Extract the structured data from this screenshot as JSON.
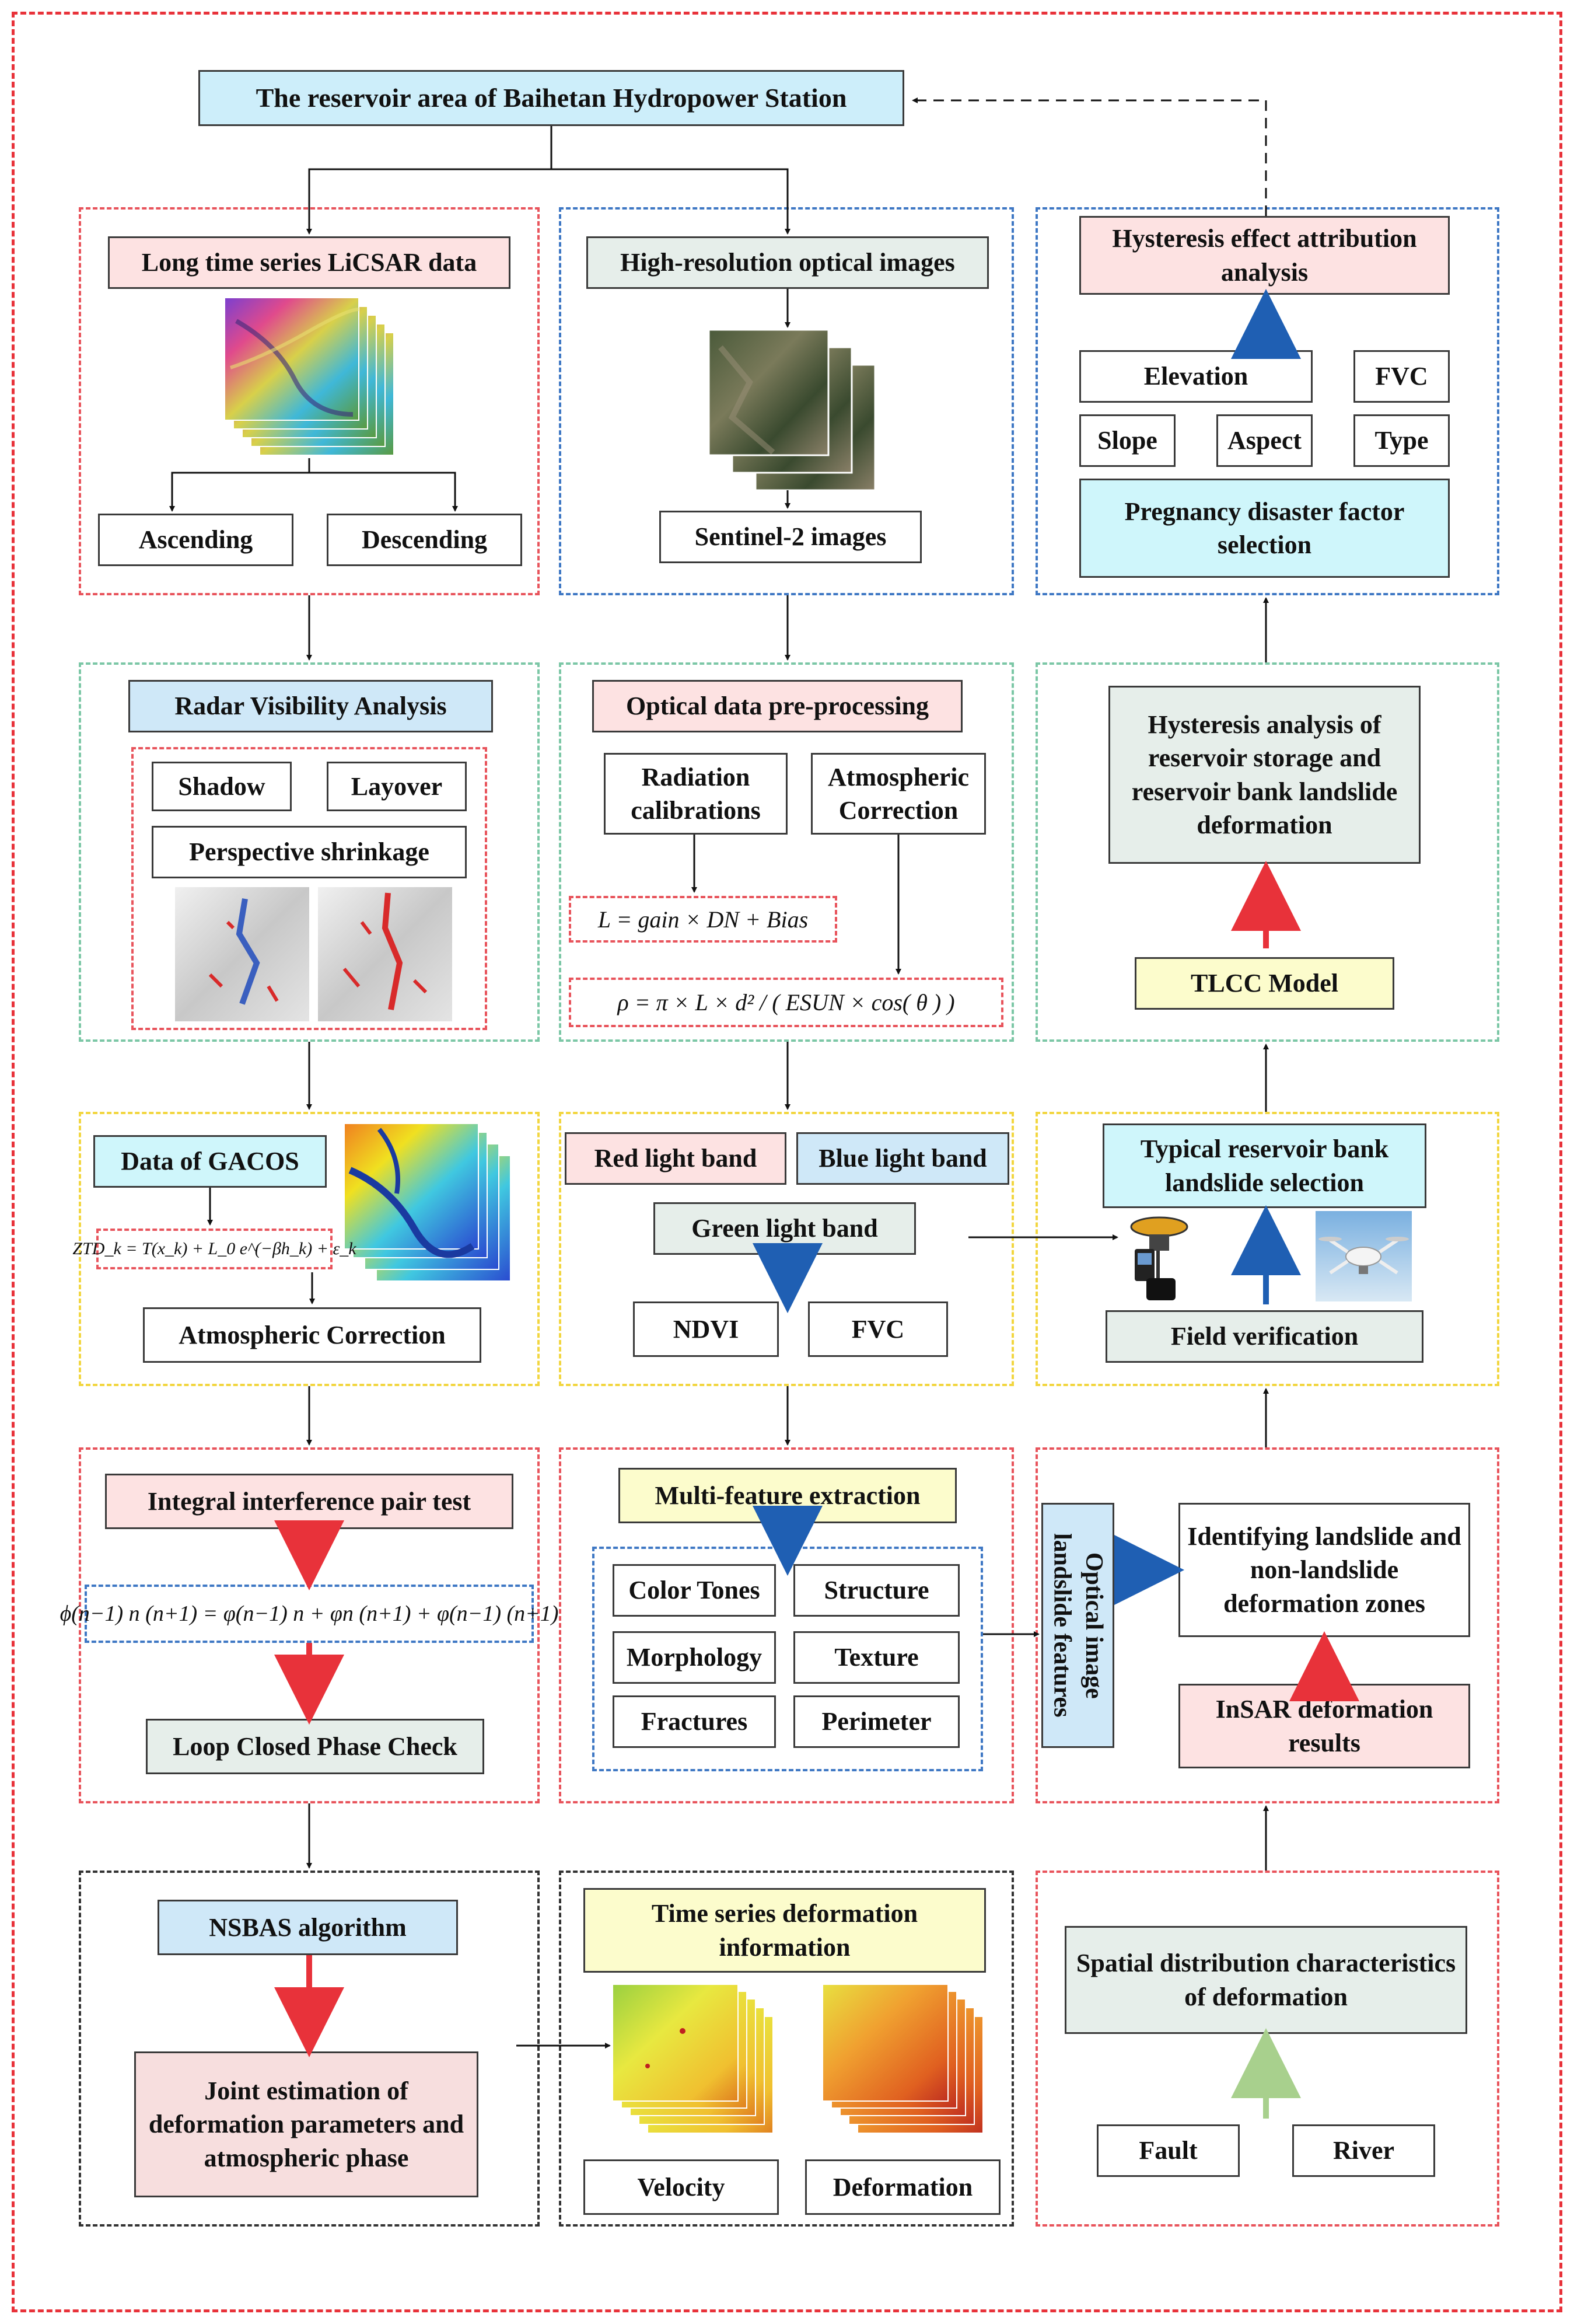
{
  "title": "The reservoir area of Baihetan Hydropower Station",
  "row1": {
    "licsar": {
      "title": "Long time series LiCSAR data",
      "ascending": "Ascending",
      "descending": "Descending"
    },
    "optical": {
      "title": "High-resolution optical images",
      "sentinel": "Sentinel-2 images"
    },
    "hysteresis": {
      "title": "Hysteresis effect attribution analysis",
      "elevation": "Elevation",
      "fvc": "FVC",
      "slope": "Slope",
      "aspect": "Aspect",
      "type": "Type",
      "factor": "Pregnancy disaster factor selection"
    }
  },
  "row2": {
    "radar": {
      "title": "Radar Visibility Analysis",
      "shadow": "Shadow",
      "layover": "Layover",
      "perspective": "Perspective shrinkage"
    },
    "preproc": {
      "title": "Optical data pre-processing",
      "radiation": "Radiation calibrations",
      "atmospheric": "Atmospheric Correction",
      "formula1": "L = gain × DN + Bias",
      "formula2": "ρ = π × L × d² / ( ESUN × cos( θ ) )"
    },
    "analysis": {
      "title": "Hysteresis analysis of reservoir storage and reservoir bank landslide deformation",
      "tlcc": "TLCC Model"
    }
  },
  "row3": {
    "gacos": {
      "title": "Data of GACOS",
      "formula": "ZTD_k = T(x_k) + L_0 e^(−βh_k) + ε_k",
      "correction": "Atmospheric Correction"
    },
    "bands": {
      "red": "Red light band",
      "blue": "Blue light band",
      "green": "Green light band",
      "ndvi": "NDVI",
      "fvc": "FVC"
    },
    "typical": {
      "title": "Typical reservoir bank landslide selection",
      "field": "Field verification"
    }
  },
  "row4": {
    "integral": {
      "title": "Integral interference pair test",
      "formula": "ϕ(n−1) n (n+1) = φ(n−1) n + φn (n+1) + φ(n−1) (n+1)",
      "loop": "Loop Closed Phase Check"
    },
    "multi": {
      "title": "Multi-feature extraction",
      "color": "Color Tones",
      "structure": "Structure",
      "morphology": "Morphology",
      "texture": "Texture",
      "fractures": "Fractures",
      "perimeter": "Perimeter"
    },
    "identify": {
      "vertical": "Optical image landslide features",
      "zones": "Identifying landslide and non-landslide deformation zones",
      "insar": "InSAR deformation results"
    }
  },
  "row5": {
    "nsbas": {
      "title": "NSBAS algorithm",
      "joint": "Joint estimation of deformation parameters and atmospheric phase"
    },
    "timeseries": {
      "title": "Time series deformation information",
      "velocity": "Velocity",
      "deformation": "Deformation"
    },
    "spatial": {
      "title": "Spatial distribution characteristics of deformation",
      "fault": "Fault",
      "river": "River"
    }
  },
  "colors": {
    "frame": "#e8323a",
    "red_arrow": "#e8323a",
    "blue_arrow": "#1f5fb3",
    "green_arrow": "#a8d08d"
  }
}
